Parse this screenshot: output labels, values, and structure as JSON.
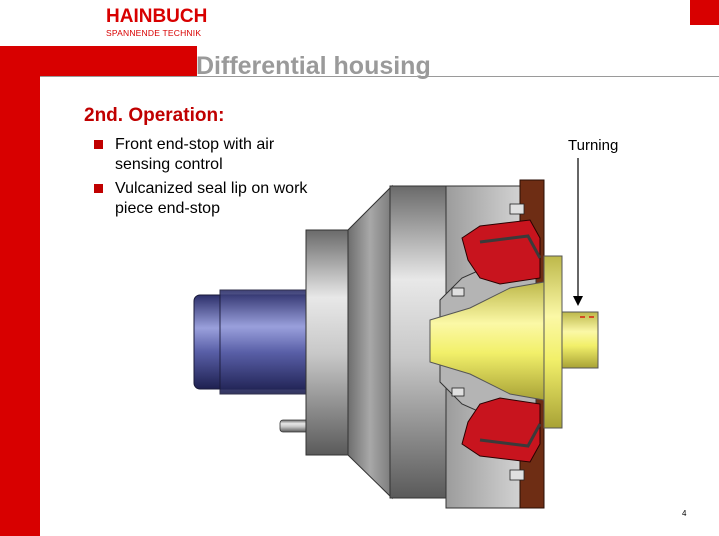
{
  "logo": {
    "brand": "HAINBUCH",
    "tagline": "SPANNENDE TECHNIK"
  },
  "slide": {
    "title": "Differential housing",
    "heading": "2nd. Operation:",
    "bullets": [
      {
        "text": "Front end-stop with air sensing control"
      },
      {
        "text": "Vulcanized seal lip on work piece end-stop"
      }
    ],
    "annotation": "Turning",
    "page_marker": "4"
  },
  "colors": {
    "brand_red": "#d80000",
    "heading_red": "#c00000",
    "title_gray": "#9a9a9a",
    "workpiece_yellow": "#f2f06a",
    "seal_red": "#c8141e",
    "shaft_blue": "#4a4f96",
    "face_brown": "#6e2d14"
  },
  "drawing": {
    "subject": "clamping chuck cross-section",
    "label_icon": "arrow-down-icon"
  }
}
